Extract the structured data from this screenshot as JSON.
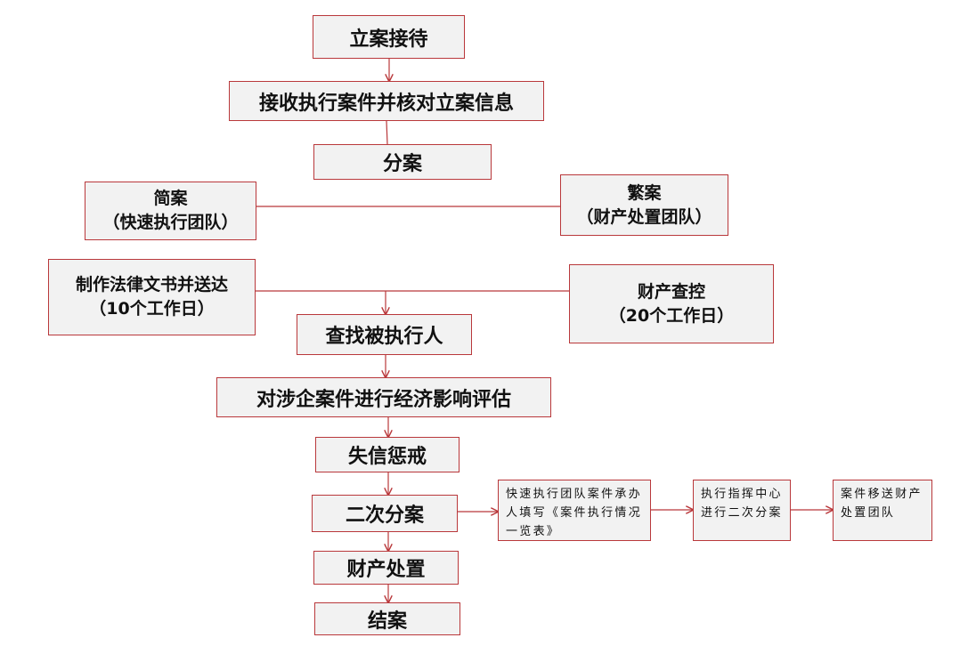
{
  "steps": {
    "filing_reception": "立案接待",
    "receive_case": "接收执行案件并核对立案信息",
    "assign_case": "分案",
    "simple_case": [
      "简案",
      "（快速执行团队）"
    ],
    "complex_case": [
      "繁案",
      "（财产处置团队）"
    ],
    "legal_documents": [
      "制作法律文书并送达",
      "（10个工作日）"
    ],
    "property_control": [
      "财产查控",
      "（20个工作日）"
    ],
    "find_person": "查找被执行人",
    "impact_assessment": "对涉企案件进行经济影响评估",
    "credit_discipline": "失信惩戒",
    "second_assignment": "二次分案",
    "property_disposal": "财产处置",
    "close_case": "结案",
    "fill_form": "快速执行团队案件承办人填写《案件执行情况一览表》",
    "center_reassign": "执行指挥中心进行二次分案",
    "transfer_case": "案件移送财产处置团队"
  },
  "colors": {
    "border": "#b9383b",
    "fill": "#f2f2f2",
    "line": "#b9383b"
  }
}
